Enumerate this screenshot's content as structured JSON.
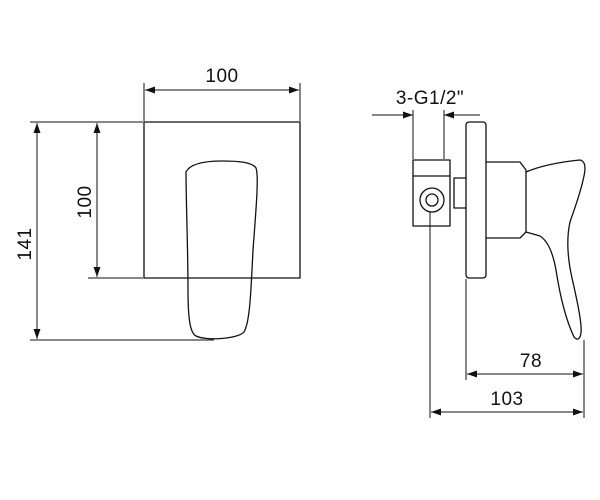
{
  "dimensions": {
    "front_width": "100",
    "front_inner_height": "100",
    "front_overall_height": "141",
    "connection": "3-G1/2\"",
    "side_depth_handle": "78",
    "side_depth_overall": "103"
  }
}
